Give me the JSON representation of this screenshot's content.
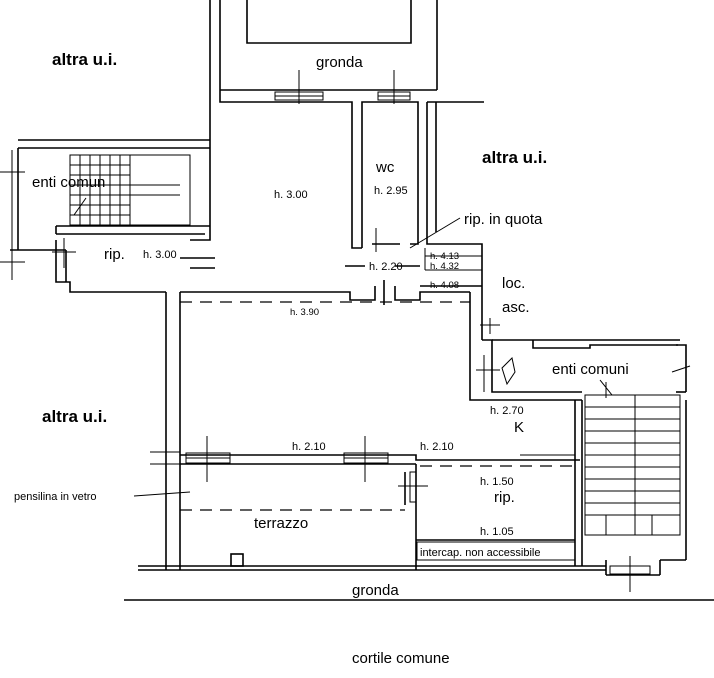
{
  "plan": {
    "labels": {
      "gronda_top": "gronda",
      "altra_ui_top_left": "altra u.i.",
      "altra_ui_top_right": "altra u.i.",
      "altra_ui_mid_left": "altra u.i.",
      "enti_comun": "enti comun",
      "wc": "wc",
      "h_wc": "h. 2.95",
      "h_room": "h. 3.00",
      "rip_left": "rip.",
      "h_rip_left": "h. 3.00",
      "rip_in_quota": "rip. in quota",
      "h_220": "h. 2.20",
      "h_413": "h. 4.13",
      "h_432": "h. 4.32",
      "h_408": "h. 4.08",
      "loc": "loc.",
      "asc": "asc.",
      "h_390": "h. 3.90",
      "enti_comuni": "enti comuni",
      "h_270": "h. 2.70",
      "k": "K",
      "h_210_a": "h. 2.10",
      "h_210_b": "h. 2.10",
      "h_150": "h. 1.50",
      "rip_right": "rip.",
      "pensilina": "pensilina in vetro",
      "terrazzo": "terrazzo",
      "h_105": "h. 1.05",
      "intercap": "intercap. non accessibile",
      "gronda_bottom": "gronda",
      "cortile": "cortile comune"
    }
  }
}
